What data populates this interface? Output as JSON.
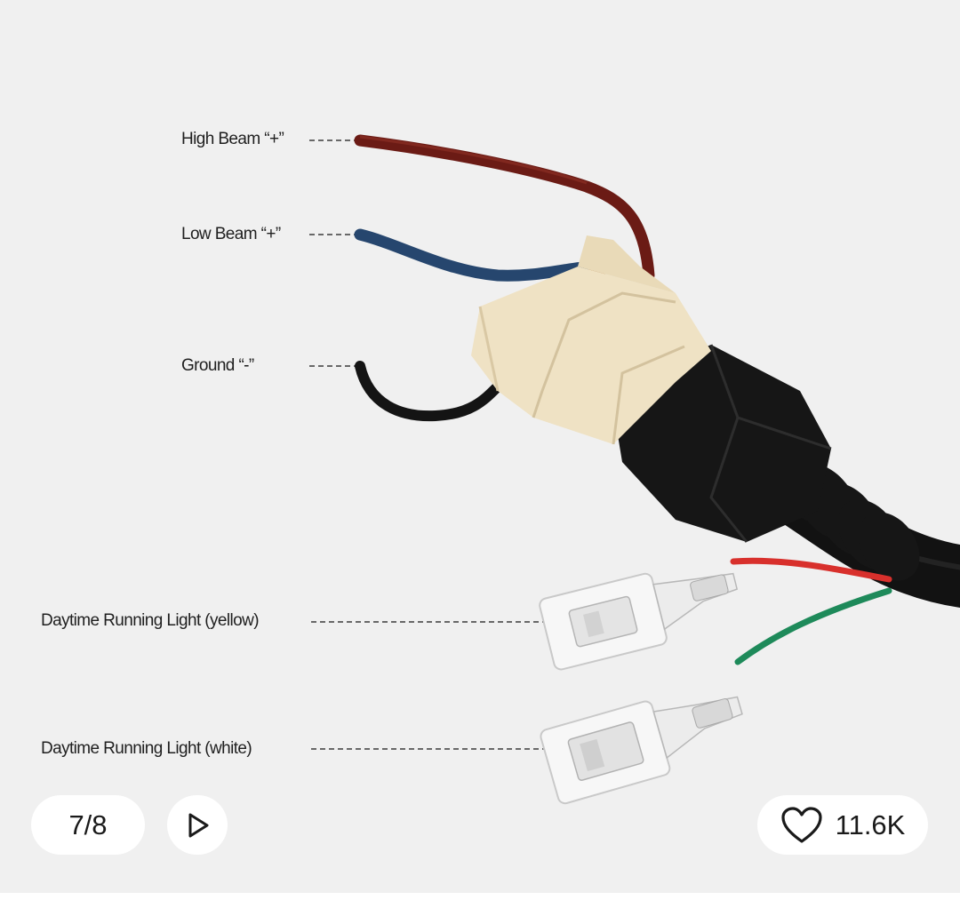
{
  "labels": {
    "high_beam": "High Beam “+”",
    "low_beam": "Low Beam “+”",
    "ground": "Ground “-”",
    "drl_yellow": "Daytime Running Light (yellow)",
    "drl_white": "Daytime Running Light (white)"
  },
  "controls": {
    "page_counter": "7/8",
    "play_icon": "play-icon",
    "like_icon": "heart-icon",
    "like_count": "11.6K"
  },
  "colors": {
    "background": "#f0f0f0",
    "high_beam_wire": "#6e1c16",
    "low_beam_wire": "#26466e",
    "ground_wire": "#151515",
    "drl_red_wire": "#d8302c",
    "drl_green_wire": "#1e8a5a",
    "connector": "#efe3c6",
    "housing": "#171717"
  }
}
